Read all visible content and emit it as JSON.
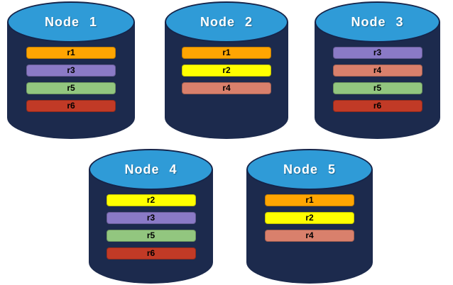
{
  "colors": {
    "background": "#ffffff",
    "cylinder_body": "#1c2a4d",
    "cylinder_top": "#2f9bd7",
    "cylinder_outline": "#15244a",
    "node_label_text": "#ffffff",
    "replica_label_text": "#000000",
    "r1": "#ffa502",
    "r2": "#ffff00",
    "r3": "#8a7ac6",
    "r4": "#d9806c",
    "r5": "#92c67f",
    "r6": "#c13a26"
  },
  "nodes": [
    {
      "label": "Node 1",
      "replicas": [
        "r1",
        "r3",
        "r5",
        "r6"
      ]
    },
    {
      "label": "Node 2",
      "replicas": [
        "r1",
        "r2",
        "r4"
      ]
    },
    {
      "label": "Node 3",
      "replicas": [
        "r3",
        "r4",
        "r5",
        "r6"
      ]
    },
    {
      "label": "Node 4",
      "replicas": [
        "r2",
        "r3",
        "r5",
        "r6"
      ]
    },
    {
      "label": "Node 5",
      "replicas": [
        "r1",
        "r2",
        "r4"
      ]
    }
  ]
}
